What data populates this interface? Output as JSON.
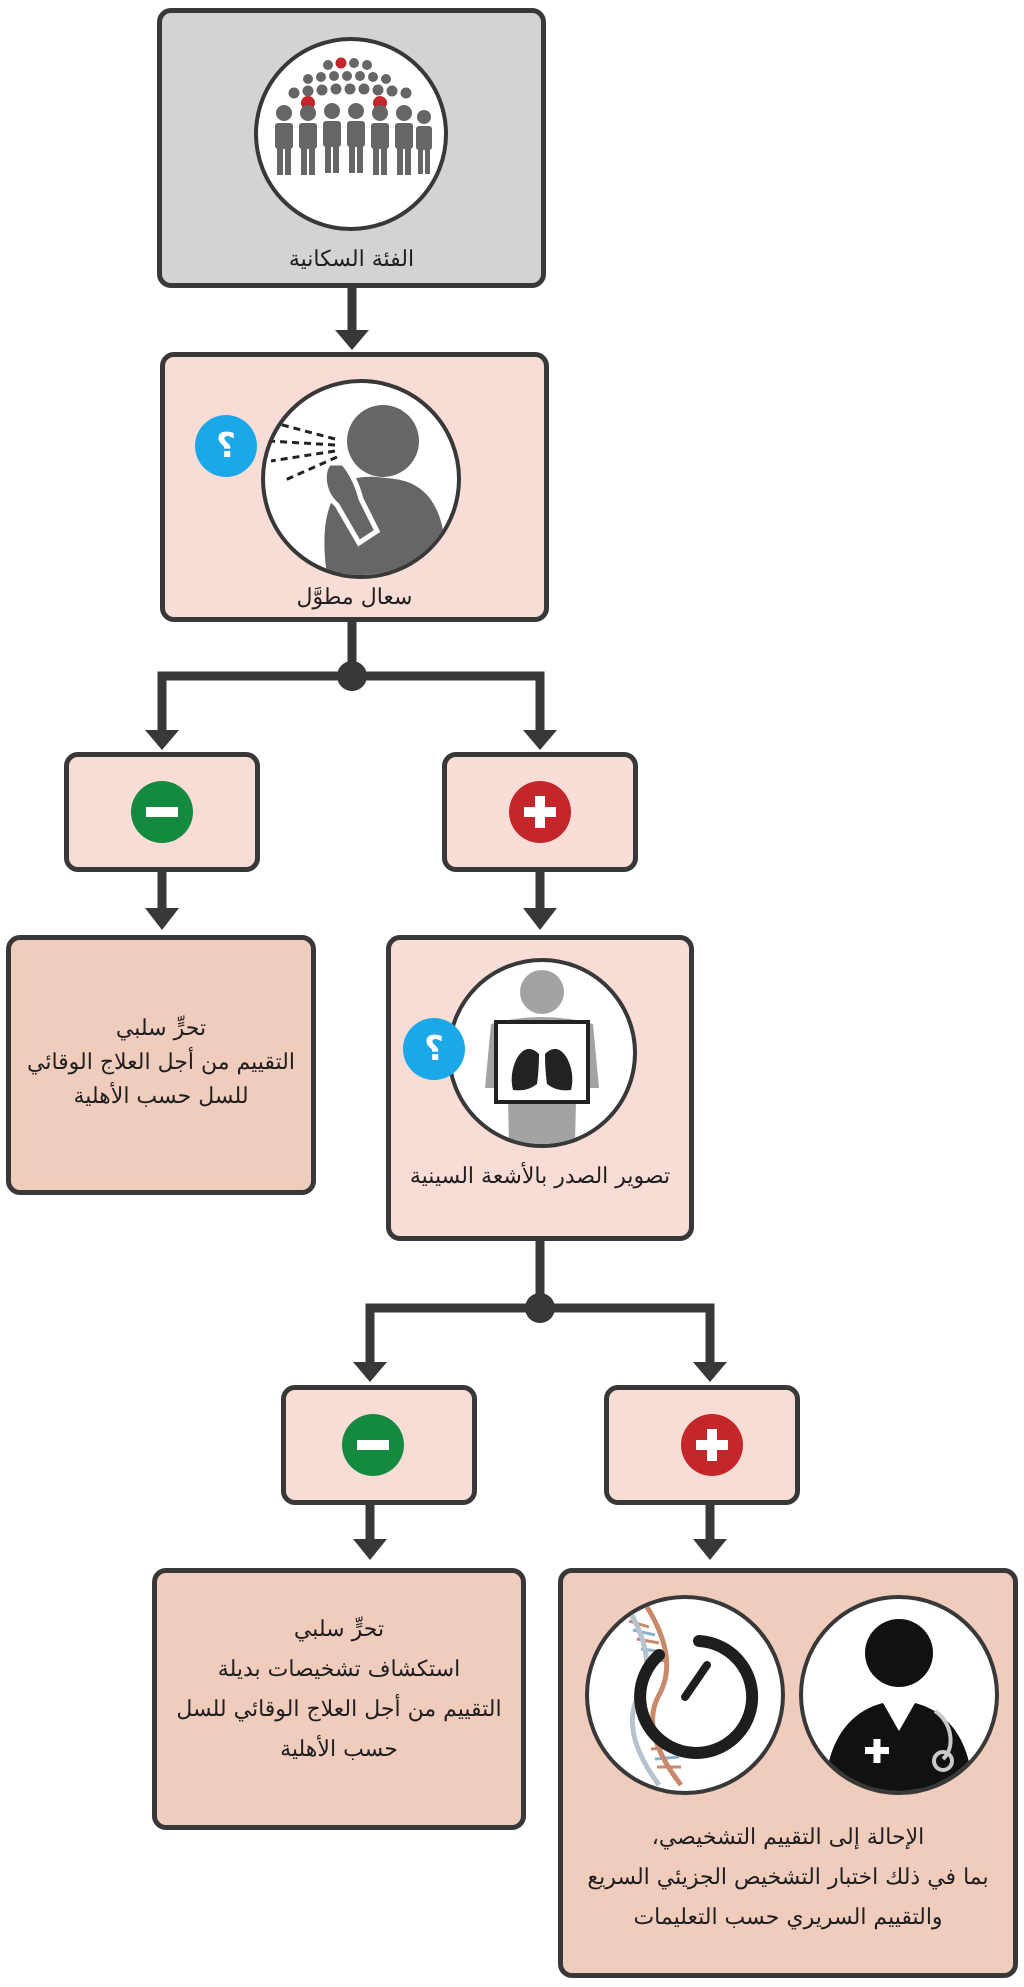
{
  "nodes": {
    "population": {
      "label": "الفئة السكانية"
    },
    "cough": {
      "label": "سعال مطوَّل"
    },
    "chest_xray": {
      "label": "تصوير الصدر بالأشعة السينية"
    },
    "neg_result_1": {
      "lines": [
        "تحرٍّ سلبي",
        "التقييم من أجل العلاج الوقائي",
        "للسل حسب الأهلية"
      ]
    },
    "neg_result_2": {
      "lines": [
        "تحرٍّ سلبي",
        "استكشاف تشخيصات بديلة",
        "التقييم من أجل العلاج الوقائي للسل",
        "حسب الأهلية"
      ]
    },
    "referral": {
      "lines": [
        "الإحالة إلى التقييم التشخيصي،",
        "بما في ذلك اختبار التشخيص الجزيئي السريع",
        "والتقييم السريري حسب التعليمات"
      ]
    }
  },
  "markers": {
    "question": "؟"
  },
  "colors": {
    "box_fill": "#f7ddd6",
    "result_fill": "#f0ccbc",
    "population_fill": "#d3d3d3",
    "border": "#383838",
    "negative": "#138a3f",
    "positive": "#c3262b",
    "question": "#1ba8e8"
  },
  "icons": [
    "crowd-icon",
    "coughing-person-icon",
    "question-icon",
    "minus-icon",
    "plus-icon",
    "xray-lungs-icon",
    "dna-timer-icon",
    "doctor-icon"
  ]
}
